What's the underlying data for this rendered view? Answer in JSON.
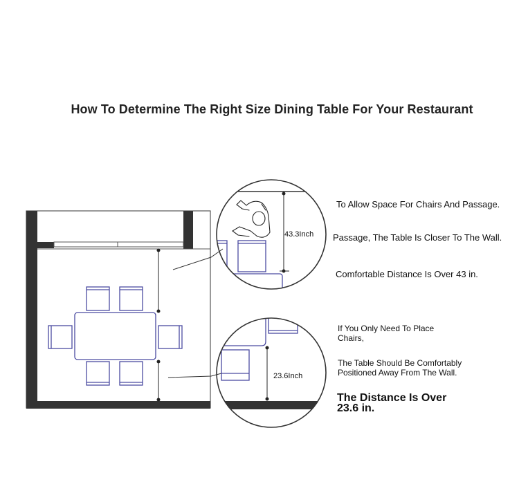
{
  "title": "How To Determine The Right Size Dining Table For Your Restaurant",
  "dimensions": {
    "upper": "43.3Inch",
    "lower": "23.6Inch"
  },
  "notes": {
    "upper": [
      "To Allow Space For Chairs And Passage.",
      "Passage, The Table Is Closer To The Wall.",
      "Comfortable Distance Is Over 43 in."
    ],
    "lower": [
      "If You Only Need To Place",
      "Chairs,",
      "The Table Should Be Comfortably",
      "Positioned Away From The Wall.",
      "The Distance Is Over",
      "23.6 in."
    ]
  },
  "colors": {
    "wall": "#333333",
    "furniture": "#4a4aa0",
    "line": "#222222"
  }
}
